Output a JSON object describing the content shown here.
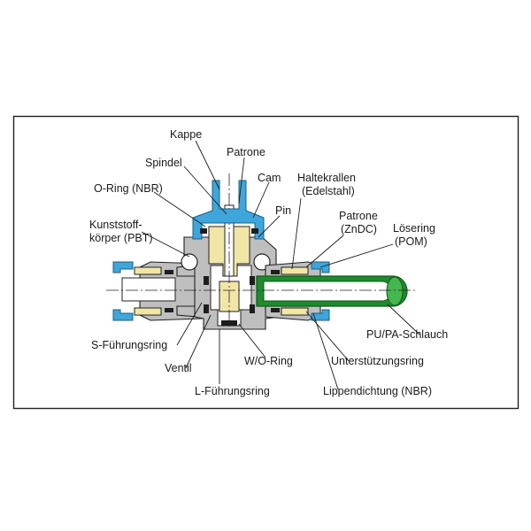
{
  "labels": {
    "kappe": "Kappe",
    "patrone_top": "Patrone",
    "spindel": "Spindel",
    "cam": "Cam",
    "haltekrallen_1": "Haltekrallen",
    "haltekrallen_2": "(Edelstahl)",
    "oring_nbr": "O-Ring (NBR)",
    "pin": "Pin",
    "patrone_right_1": "Patrone",
    "patrone_right_2": "(ZnDC)",
    "loesering_1": "Lösering",
    "loesering_2": "(POM)",
    "kunststoff_1": "Kunststoff-",
    "kunststoff_2": "körper (PBT)",
    "schlauch": "PU/PA-Schlauch",
    "s_fuehrungsring": "S-Führungsring",
    "unterstuetzungsring": "Unterstützungsring",
    "ventil": "Ventil",
    "wo_ring": "W/O-Ring",
    "l_fuehrungsring": "L-Führungsring",
    "lippendichtung": "Lippendichtung (NBR)"
  },
  "colors": {
    "body": "#bfbfbf",
    "brass": "#f2e6a6",
    "blue": "#3ea6dc",
    "tube": "#1f8a2e",
    "tube_highlight": "#46b64f",
    "seal": "#1d1d1d"
  }
}
